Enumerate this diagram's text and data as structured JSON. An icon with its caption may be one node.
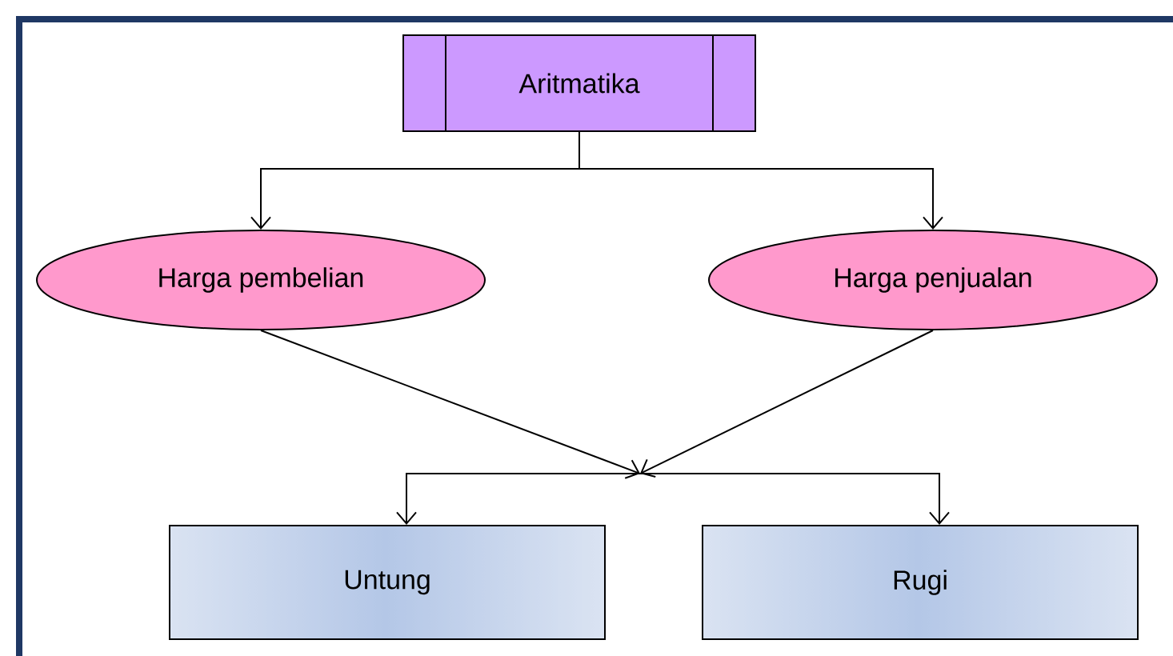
{
  "diagram": {
    "nodes": [
      {
        "text": [
          "Aritmatika"
        ]
      },
      {
        "text": [
          "Harga pembelian"
        ]
      },
      {
        "text": [
          "Harga penjualan"
        ]
      },
      {
        "text": [
          "Untung"
        ]
      },
      {
        "text": [
          "Rugi"
        ]
      }
    ],
    "edges": [
      {
        "from": 0,
        "to": 1,
        "arrow": "to"
      },
      {
        "from": 0,
        "to": 2,
        "arrow": "to"
      },
      {
        "from": 1,
        "to": 3,
        "arrow": "to"
      },
      {
        "from": 1,
        "to": 4,
        "arrow": "to"
      },
      {
        "from": 2,
        "to": 3,
        "arrow": "to"
      },
      {
        "from": 2,
        "to": 4,
        "arrow": "to"
      }
    ]
  }
}
